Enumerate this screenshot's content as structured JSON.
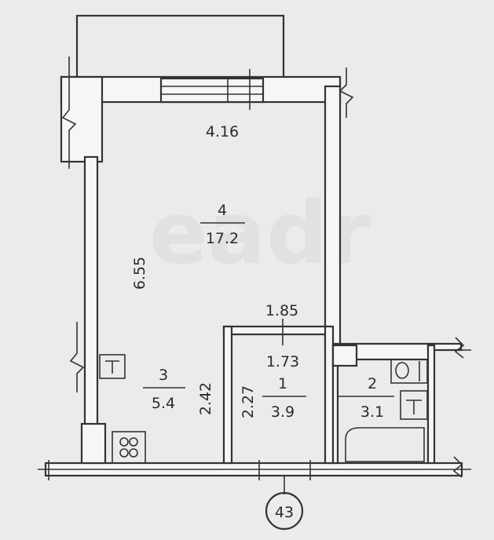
{
  "watermark": "eadr",
  "rooms": [
    {
      "number": "4",
      "area": "17.2"
    },
    {
      "number": "3",
      "area": "5.4"
    },
    {
      "number": "1",
      "area": "3.9"
    },
    {
      "number": "2",
      "area": "3.1"
    }
  ],
  "dimensions": {
    "top_width": "4.16",
    "left_height": "6.55",
    "corridor_width": "1.85",
    "bath_width": "1.73",
    "kitchen_height": "2.42",
    "hall_height": "2.27"
  },
  "axis_marker": "43",
  "icons": [
    "stove-icon",
    "sink-icon",
    "toilet-icon",
    "bathtub-icon"
  ]
}
